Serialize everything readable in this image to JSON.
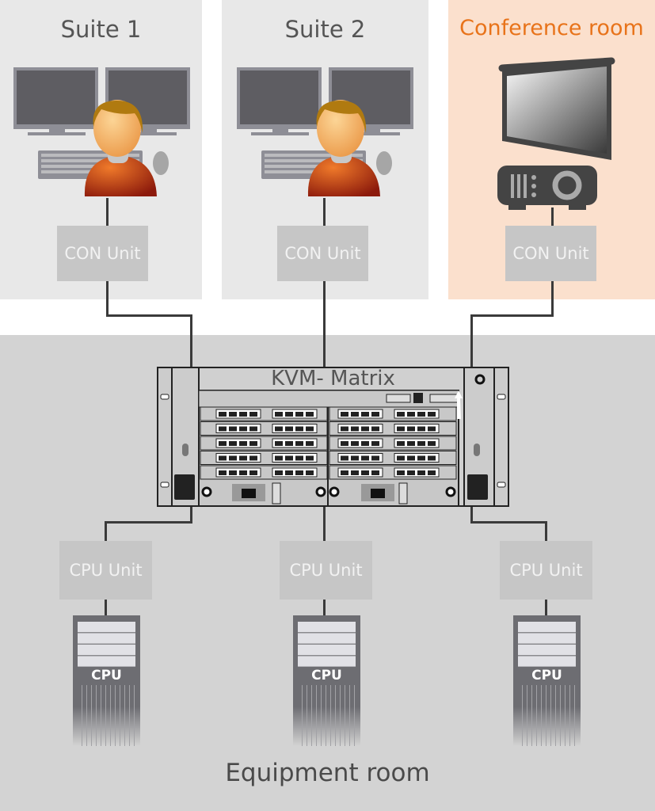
{
  "rooms": {
    "suite1": {
      "title": "Suite 1",
      "unit": "CON Unit"
    },
    "suite2": {
      "title": "Suite 2",
      "unit": "CON Unit"
    },
    "conference": {
      "title": "Conference room",
      "unit": "CON Unit"
    },
    "equipment": {
      "title": "Equipment room"
    }
  },
  "matrix": {
    "label": "KVM- Matrix"
  },
  "cpu_units": [
    {
      "unit": "CPU Unit",
      "tower": "CPU"
    },
    {
      "unit": "CPU Unit",
      "tower": "CPU"
    },
    {
      "unit": "CPU Unit",
      "tower": "CPU"
    }
  ],
  "colors": {
    "conference_title": "#e8731a",
    "conference_bg": "#fbe0cd",
    "suite_bg": "#e8e8e8",
    "equipment_bg": "#d3d3d3"
  }
}
